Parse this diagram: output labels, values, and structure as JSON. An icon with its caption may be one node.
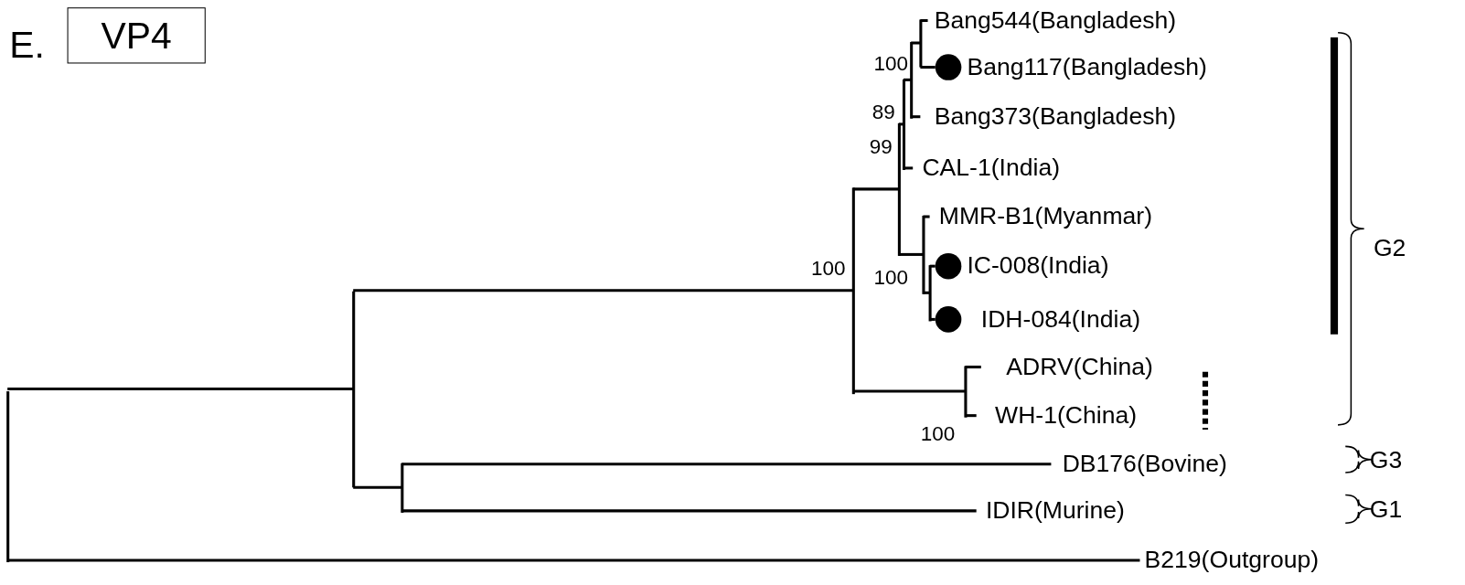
{
  "diagram": {
    "title": "E.",
    "nodes": [
      {
        "text": [
          "VP4"
        ]
      },
      {
        "text": [],
        "shape": "line"
      },
      {
        "text": [],
        "shape": "line"
      },
      {
        "text": [],
        "shape": "line",
        "beside": [
          "100"
        ]
      },
      {
        "text": [],
        "shape": "line",
        "beside": [
          "99"
        ]
      },
      {
        "text": [],
        "shape": "line"
      },
      {
        "text": [],
        "shape": "line",
        "beside": [
          "89"
        ]
      },
      {
        "text": [],
        "shape": "line",
        "beside": [
          "100"
        ]
      },
      {
        "text": [
          "Bang544(Bangladesh)"
        ]
      },
      {
        "text": [],
        "shape": "circle"
      },
      {
        "text": [
          "Bang117(Bangladesh)"
        ]
      },
      {
        "text": [
          "Bang373(Bangladesh)"
        ]
      },
      {
        "text": [
          "CAL-1(India)"
        ]
      },
      {
        "text": [],
        "shape": "line"
      },
      {
        "text": [
          "MMR-B1(Myanmar)"
        ]
      },
      {
        "text": [],
        "shape": "line",
        "beside": [
          "100"
        ]
      },
      {
        "text": [],
        "shape": "circle"
      },
      {
        "text": [
          "IC-008(India)"
        ]
      },
      {
        "text": [],
        "shape": "circle"
      },
      {
        "text": [
          "IDH-084(India)"
        ]
      },
      {
        "text": [],
        "shape": "line",
        "beside": [
          "100"
        ]
      },
      {
        "text": [
          "ADRV(China)"
        ]
      },
      {
        "text": [
          "WH-1(China)"
        ]
      },
      {
        "text": [],
        "shape": "line"
      },
      {
        "text": [
          "DB176(Bovine)"
        ]
      },
      {
        "text": [
          "IDIR(Murine)"
        ]
      },
      {
        "text": [
          "B219(Outgroup)"
        ]
      }
    ],
    "edges": [
      {
        "from": 1,
        "to": 2,
        "arrow": "none"
      },
      {
        "from": 1,
        "to": 26,
        "arrow": "none"
      },
      {
        "from": 2,
        "to": 3,
        "arrow": "none"
      },
      {
        "from": 2,
        "to": 23,
        "arrow": "none"
      },
      {
        "from": 3,
        "to": 4,
        "arrow": "none"
      },
      {
        "from": 3,
        "to": 20,
        "arrow": "none"
      },
      {
        "from": 4,
        "to": 5,
        "arrow": "none"
      },
      {
        "from": 4,
        "to": 13,
        "arrow": "none"
      },
      {
        "from": 5,
        "to": 6,
        "arrow": "none"
      },
      {
        "from": 5,
        "to": 12,
        "arrow": "none"
      },
      {
        "from": 6,
        "to": 7,
        "arrow": "none"
      },
      {
        "from": 6,
        "to": 11,
        "arrow": "none"
      },
      {
        "from": 7,
        "to": 8,
        "arrow": "none"
      },
      {
        "from": 7,
        "to": 9,
        "arrow": "none"
      },
      {
        "from": 13,
        "to": 14,
        "arrow": "none"
      },
      {
        "from": 13,
        "to": 15,
        "arrow": "none"
      },
      {
        "from": 15,
        "to": 16,
        "arrow": "none"
      },
      {
        "from": 15,
        "to": 18,
        "arrow": "none"
      },
      {
        "from": 20,
        "to": 21,
        "arrow": "none"
      },
      {
        "from": 20,
        "to": 22,
        "arrow": "none"
      },
      {
        "from": 23,
        "to": 24,
        "arrow": "none"
      },
      {
        "from": 23,
        "to": 25,
        "arrow": "none"
      }
    ],
    "labels": [
      "G2",
      "G3",
      "G1"
    ]
  }
}
